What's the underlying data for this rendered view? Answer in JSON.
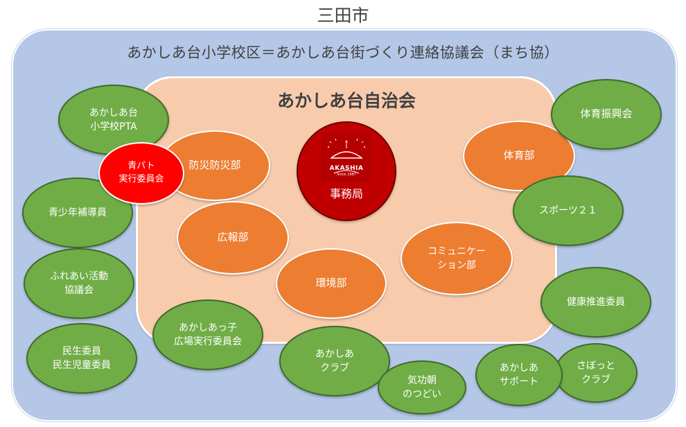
{
  "city": "三田市",
  "district": "あかしあ台小学校区＝あかしあ台街づくり連絡協議会（まち協）",
  "association": "あかしあ台自治会",
  "headquarters": {
    "label": "事務局",
    "logo_text": "AKASHIA",
    "logo_subtext": "Since 1987"
  },
  "departments": {
    "bosai": "防災防災部",
    "koho": "広報部",
    "kankyo": "環境部",
    "taiiku": "体育部",
    "community": "コミュニケー\nション部"
  },
  "aopato": "青パト\n実行委員会",
  "organizations": {
    "pta": "あかしあ台\n小学校PTA",
    "seishonen": "青少年補導員",
    "fureai": "ふれあい活動\n協議会",
    "minsei": "民生委員\n民生児童委員",
    "hiroba": "あかしあっ子\n広場実行委員会",
    "club": "あかしあ\nクラブ",
    "kiko": "気功朝\nのつどい",
    "support": "あかしあ\nサポート",
    "sabotto": "さぼっと\nクラブ",
    "kenko": "健康推進委員",
    "sports21": "スポーツ２１",
    "shinko": "体育振興会"
  },
  "colors": {
    "district_bg": "#b4c7e7",
    "association_bg": "#f8cbad",
    "organization": "#70ad47",
    "department": "#ed7d31",
    "aopato": "#ff0000",
    "headquarters": "#c00000"
  }
}
